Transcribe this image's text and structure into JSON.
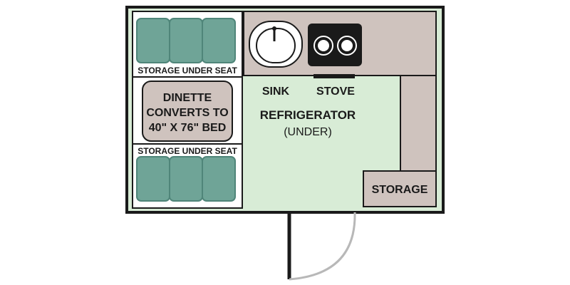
{
  "colors": {
    "floor": "#d8ecd6",
    "counter": "#cfc3be",
    "cushion": "#6fa497",
    "cushion_dark": "#4f8579",
    "table": "#cfc3be",
    "outline": "#1a1a1a",
    "door_arc": "#b8b8b8",
    "background": "#ffffff"
  },
  "labels": {
    "storage_top": "STORAGE UNDER SEAT",
    "dinette_line1": "DINETTE",
    "dinette_line2": "CONVERTS TO",
    "dinette_line3": "40\" X 76\" BED",
    "storage_bottom": "STORAGE UNDER SEAT",
    "sink": "SINK",
    "stove": "STOVE",
    "refrigerator": "REFRIGERATOR",
    "refrigerator_note": "(UNDER)",
    "storage_right": "STORAGE"
  },
  "icons": {
    "sink": "sink-icon",
    "stove": "stove-burners-icon",
    "seat_cushions": "seat-cushion-icon",
    "door": "door-swing-icon"
  }
}
